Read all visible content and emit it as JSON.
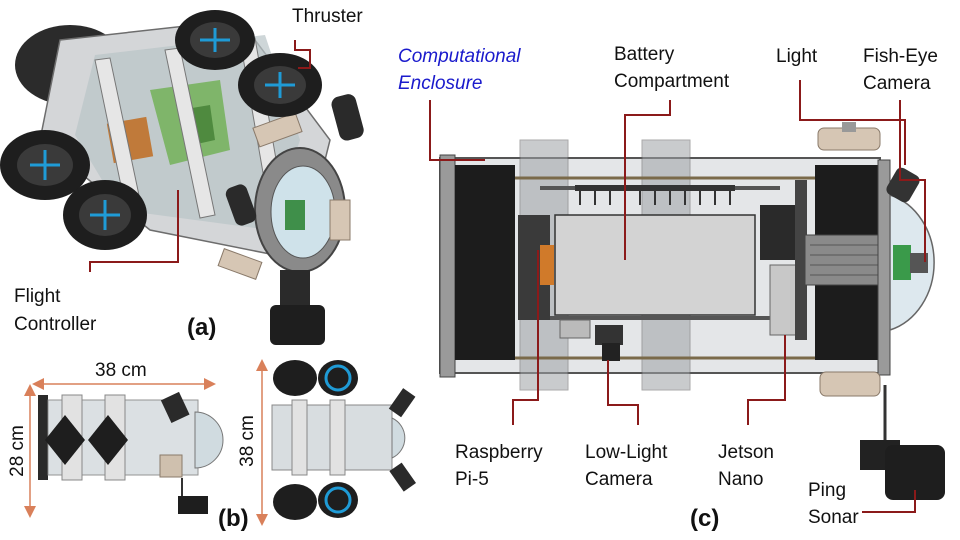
{
  "colors": {
    "leader": "#8b1a1a",
    "dimension": "#d9805a",
    "highlight_text": "#1a1acc",
    "metal": "#c9c9c9",
    "dark": "#2a2a2a",
    "accent": "#1f9bd6",
    "orange": "#d07a2a",
    "green": "#3a9a4a"
  },
  "panel_a": {
    "label": "(a)",
    "callouts": {
      "thruster": "Thruster",
      "flight_controller_line1": "Flight",
      "flight_controller_line2": "Controller"
    }
  },
  "panel_b": {
    "label": "(b)",
    "width_dimension": "38 cm",
    "height_dimension": "28 cm",
    "top_view_dimension": "38 cm"
  },
  "panel_c": {
    "label": "(c)",
    "callouts": {
      "computational_enclosure_line1": "Computational",
      "computational_enclosure_line2": "Enclosure",
      "battery_line1": "Battery",
      "battery_line2": "Compartment",
      "light": "Light",
      "fisheye_line1": "Fish-Eye",
      "fisheye_line2": "Camera",
      "raspberry_line1": "Raspberry",
      "raspberry_line2": "Pi-5",
      "lowlight_line1": "Low-Light",
      "lowlight_line2": "Camera",
      "jetson_line1": "Jetson",
      "jetson_line2": "Nano",
      "ping_line1": "Ping",
      "ping_line2": "Sonar"
    }
  }
}
